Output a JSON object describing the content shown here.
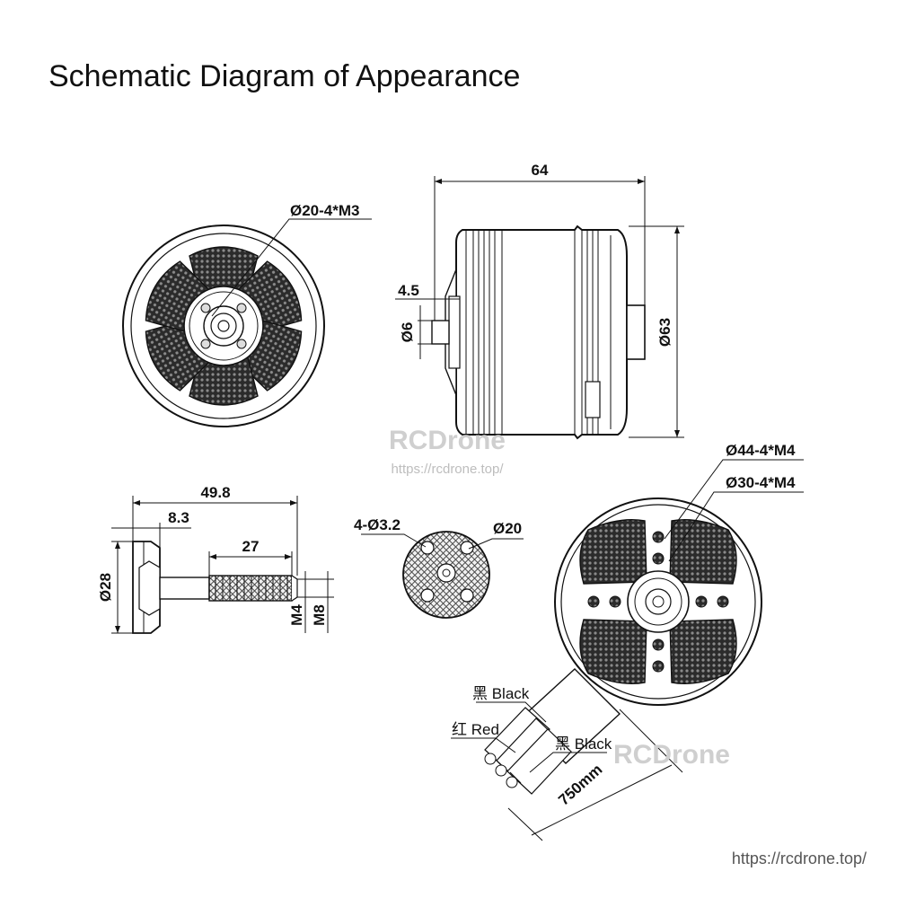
{
  "title": "Schematic Diagram of Appearance",
  "dimensions": {
    "front_holes": "Ø20-4*M3",
    "length": "64",
    "shaft_ext": "4.5",
    "shaft_dia": "Ø6",
    "body_dia": "Ø63",
    "prop_total": "49.8",
    "prop_flange": "8.3",
    "prop_thread": "27",
    "prop_dia": "Ø28",
    "thread_m4": "M4",
    "thread_m8": "M8",
    "plate_holes": "4-Ø3.2",
    "plate_dia": "Ø20",
    "rear_holes_44": "Ø44-4*M4",
    "rear_holes_30": "Ø30-4*M4",
    "cable_len": "750mm"
  },
  "wires": {
    "black_top": "黑 Black",
    "red": "红 Red",
    "black_bottom": "黑 Black"
  },
  "watermark": {
    "brand": "RCDrone",
    "url": "https://rcdrone.top/"
  },
  "footer_url": "https://rcdrone.top/"
}
